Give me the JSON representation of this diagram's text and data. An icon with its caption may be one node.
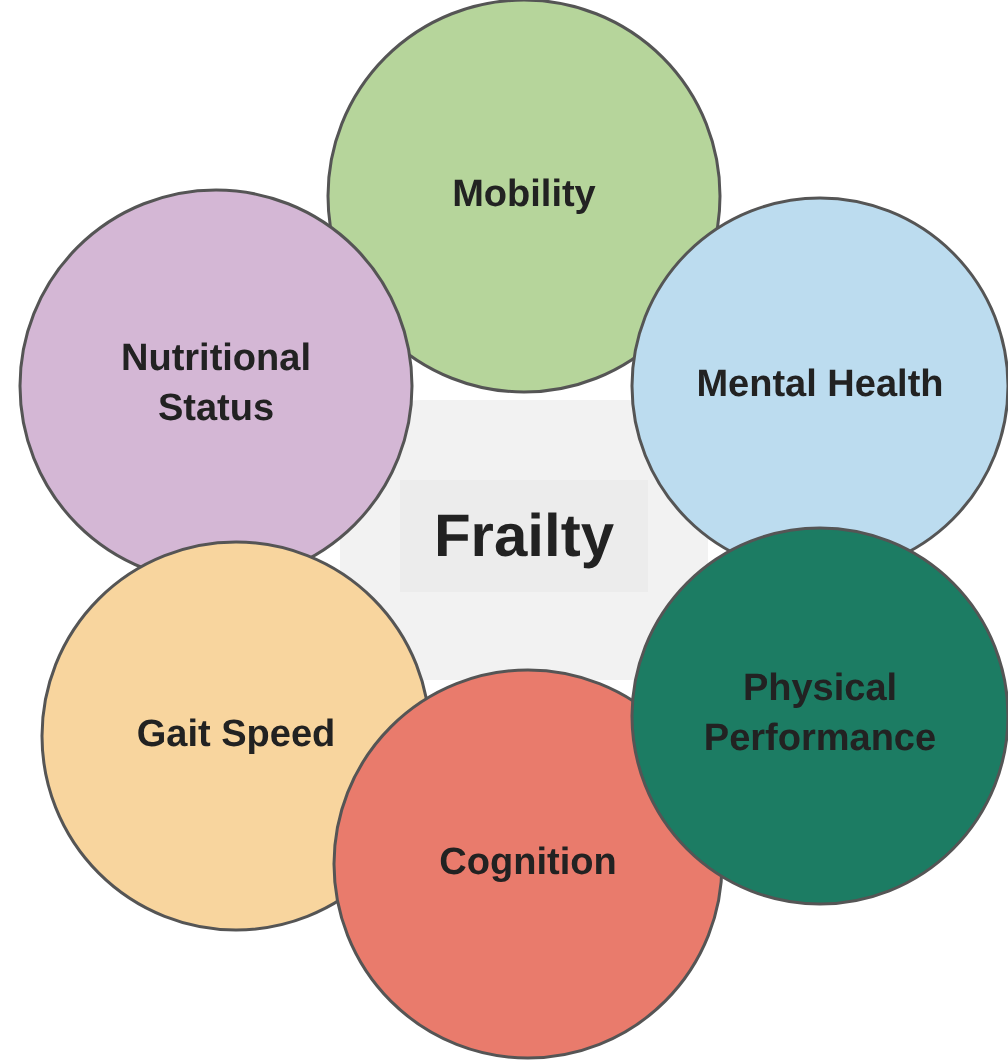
{
  "diagram": {
    "nodes": [
      {
        "text": [
          "Mobility"
        ]
      },
      {
        "text": [
          "Nutritional Status"
        ]
      },
      {
        "text": [
          "Mental Health"
        ]
      },
      {
        "text": [
          "Frailty"
        ]
      },
      {
        "text": [
          "Gait Speed"
        ]
      },
      {
        "text": [
          "Physical Performance"
        ]
      },
      {
        "text": [
          "Cognition"
        ]
      }
    ]
  }
}
